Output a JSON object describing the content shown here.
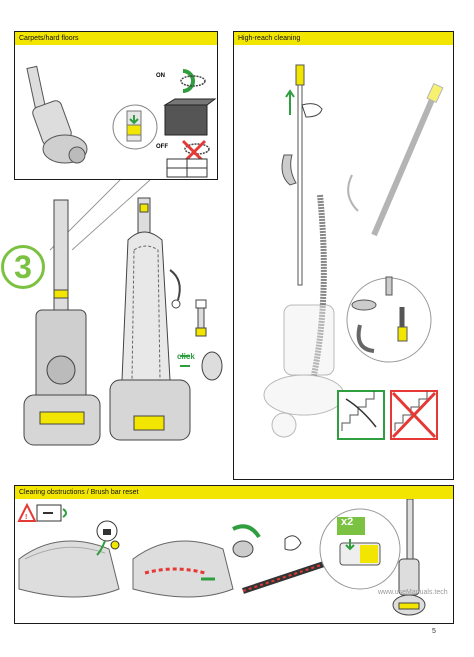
{
  "panels": {
    "carpets": {
      "title": "Carpets/hard floors",
      "on_label": "ON",
      "off_label": "OFF"
    },
    "high_reach": {
      "title": "High-reach cleaning"
    },
    "obstructions": {
      "title": "Clearing obstructions / Brush bar reset",
      "times_label": "x2"
    }
  },
  "step_number": "3",
  "click_label": "click",
  "page_number": "5",
  "watermark": "www.useManuals.tech",
  "colors": {
    "accent": "#f2e600",
    "danger": "#e53935",
    "ok": "#2e9e3e",
    "step_circle": "#7cc242"
  }
}
